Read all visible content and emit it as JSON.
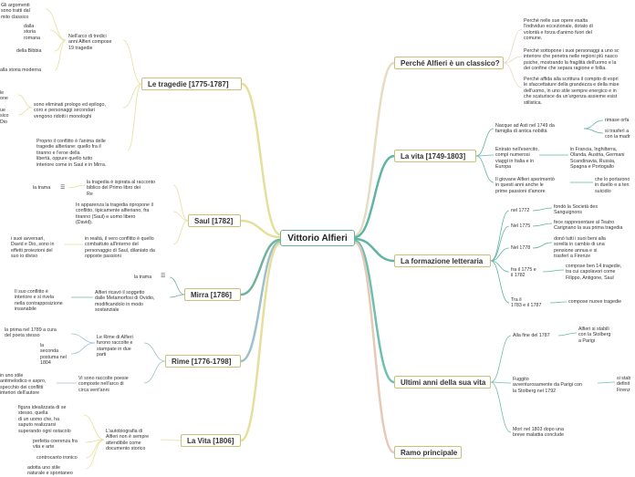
{
  "center": {
    "label": "Vittorio Alfieri"
  },
  "branches": {
    "perche": "Perché Alfieri è un classico?",
    "vita": "La vita [1749-1803]",
    "formazione": "La formazione letteraria",
    "ultimi": "Ultimi anni della sua vita",
    "ramo": "Ramo principale",
    "tragedie": "Le tragedie [1775-1787]",
    "saul": "Saul [1782]",
    "mirra": "Mirra [1786]",
    "rime": "Rime [1776-1798]",
    "vita1806": "La Vita [1806]"
  },
  "notes": {
    "perche_1": "Perché nelle sue opere esalta\nl'individuo eccezionale, dotato di\nvolontà e forza d'animo fuori del\ncomune.",
    "perche_2": "Perché sottopone i suoi personaggi a uno sc\ninteriore che penetra nelle regioni più nasco\npsiche, mostrando la fragilità dell'uomo e la\ndei confine che separa ragione e follia.",
    "perche_3": "Perché affida alla scrittura il compito di espri\nle sfaccettature della grandezza e della mise\ndell'uomo, in uno stile sempre energico e in\nche scaturisce da un'urgenza assieme esist\nstilistica.",
    "vita_1": "Nacque ad Asti nel 1749 da\nfamiglia di antica nobiltà",
    "vita_1a": "rimase orfa",
    "vita_1b": "si trasferì a\ncon la madr",
    "vita_2": "Entrato nell'esercito,\ncompì numerosi\nviaggi in Italia e in\nEuropa",
    "vita_2a": "in Francia, Inghilterra,\nOlanda, Austria, Germani\nScandinavia, Russia,\nSpagna e Portogallo",
    "vita_3": "Il giovane Alfieri sperimentò\nin questi anni anche le\nprime passioni d'amore",
    "vita_3a": "che lo portarono\nin duello e a ten\nsuicidio",
    "form_1": "nel 1772",
    "form_1a": "fondò la Società des\nSanguignons",
    "form_2": "Nel 1775",
    "form_2a": "fece rappresentare al Teatro\nCarignano la sua prima tragedia",
    "form_3": "Nel 1778",
    "form_3a": "donò tutti i suoi beni alla\nsorella in cambio di una\npensione annua e si\ntrasferì a Firenze",
    "form_4": "fra il 1775 e\nil 1782",
    "form_4a": "compose ben 14 tragedie,\ntra cui capolavori come\nFilippo, Antigone, Saul",
    "form_5": "Tra il\n1783 e il 1787",
    "form_5a": "compose nuove tragedie",
    "ult_1": "Alla fine del 1787",
    "ult_1a": "Alfieri si stabilì\ncon la Stolberg\na Parigi",
    "ult_2": "Fuggito\navventurosamente da Parigi con\nla Stolberg nel 1792",
    "ult_2a": "si stab\ndefinit\nFirenz",
    "ult_3": "Morì nel 1803 dopo una\nbreve malattia conclude",
    "trag_1": "Nell'arco di tredici\nanni Alfieri compose\n19 tragedie",
    "trag_1a": "Gli argomenti\nsono tratti dal\nmito classico",
    "trag_1b": "dalla\nstoria\nromana",
    "trag_1c": "della Bibbia",
    "trag_1d": "alla storia moderna",
    "trag_2": "sono eliminati prologo ed epilogo,\ncoro e personaggi secondari\nvengono ridotti i monologhi",
    "trag_2a": "le\none",
    "trag_2b": "ue\nsico\nDio",
    "trag_3": "Proprio il conflitto è l'anima delle\ntragedie alfieriane: quello fra il\ntiranno e l'eroe della\nlibertà, oppure quello tutto\ninteriore come in Saul e in Mirra.",
    "saul_trama": "la trama",
    "saul_1": "la tragedia è ispirata al racconto\nbiblico del Primo libro dei\nRe",
    "saul_2": "In apparenza la tragedia ripropone il\nconflitto, tipicamente alfieriano, fra\ntiranno (Saul) e uomo libero\n(David).",
    "saul_3": "in realtà, il vero conflitto è quello\ncombattuto all'interno del\npersonaggio di Saul, dilaniato da\nopposte passioni",
    "saul_3a": "i suoi avversari,\nDavid e Dio, sono in\neffetti proiezioni del\nsuo io diviso",
    "mirra_trama": "la trama",
    "mirra_1": "Alfieri ricavò il soggetto\ndalle Metamorfosi di Ovidio,\nmodificandolo in modo\nsostanziale",
    "mirra_1a": "Il suo conflitto è\ninteriore e si rivela\nnella contrapposizione\ninsanabile",
    "rime_1": "la prima nel 1789 a cura\ndel poeta stesso",
    "rime_1a": "la\nseconda\npostuma nel\n1804",
    "rime_2": "Le Rime di Alfieri\nfurono raccolte e\nstampate in due\nparti",
    "rime_3": "Vi sono raccolte poesie\ncomposte nell'arco di\ncirca vent'anni",
    "rime_3a": "in uno stile\nantimelodico e aspro,\nspecchio dei conflitti\ninteriori dell'autore",
    "vita_a": "L'autobiografia di\nAlfieri non è sempre\nattendibile come\ndocumento storico",
    "vita_a1": "figura idealizzata di se\nstesso, quella\ndi un uomo che, ha\nsaputo realizzarsi\nsuperando ogni ostacolo",
    "vita_a2": "perfetta coerenza fra\nvita e arte",
    "vita_a3": "controcanto ironico",
    "vita_a4": "adotta uno stile\nnaturale e spontaneo"
  },
  "icons": {
    "trama_icon": "note-icon"
  },
  "colors": {
    "perche": "#e6dcc4",
    "vita": "#5fb5a2",
    "formazione": "#5fb5a2",
    "ultimi": "#6dbfb0",
    "ramo": "#e8c9b8",
    "tragedie": "#e6df9c",
    "saul": "#e6df9c",
    "mirra": "#6fb39b",
    "rime": "#9ec0c8",
    "vita1806": "#e6df9c"
  }
}
